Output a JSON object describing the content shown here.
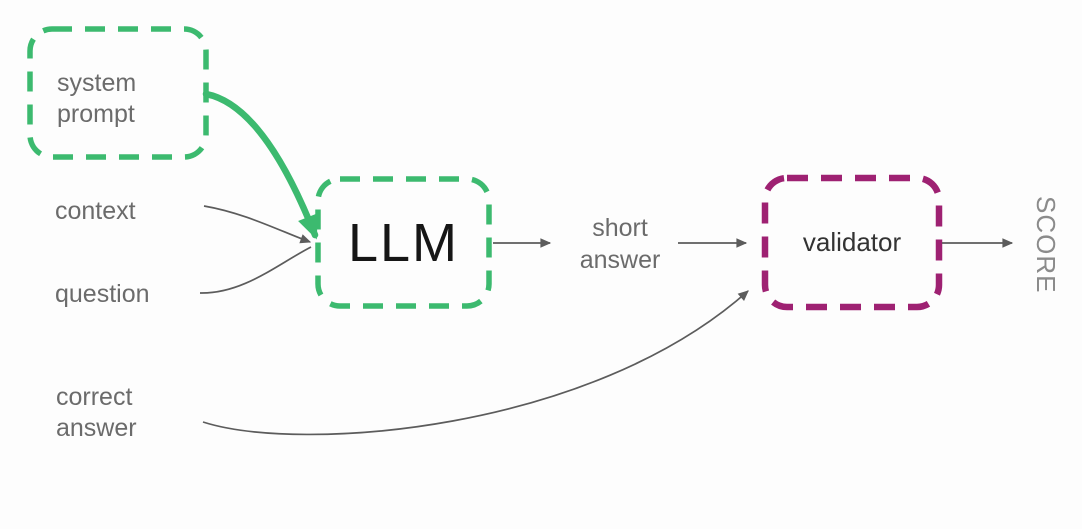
{
  "diagram": {
    "background": "#fdfdfd",
    "colors": {
      "green": "#3cba6f",
      "magenta": "#9e2172",
      "label_gray": "#6b6b6b",
      "llm_text": "#161616",
      "validator_text": "#333333",
      "score_gray": "#8b8b8b",
      "arrow_gray": "#5c5c5c"
    },
    "nodes": {
      "system_prompt": {
        "line1": "system",
        "line2": "prompt"
      },
      "llm": {
        "label": "LLM"
      },
      "validator": {
        "label": "validator"
      }
    },
    "inputs": {
      "context": "context",
      "question": "question",
      "correct_answer": {
        "line1": "correct",
        "line2": "answer"
      }
    },
    "outputs": {
      "short_answer": {
        "line1": "short",
        "line2": "answer"
      },
      "score": "SCORE"
    }
  }
}
